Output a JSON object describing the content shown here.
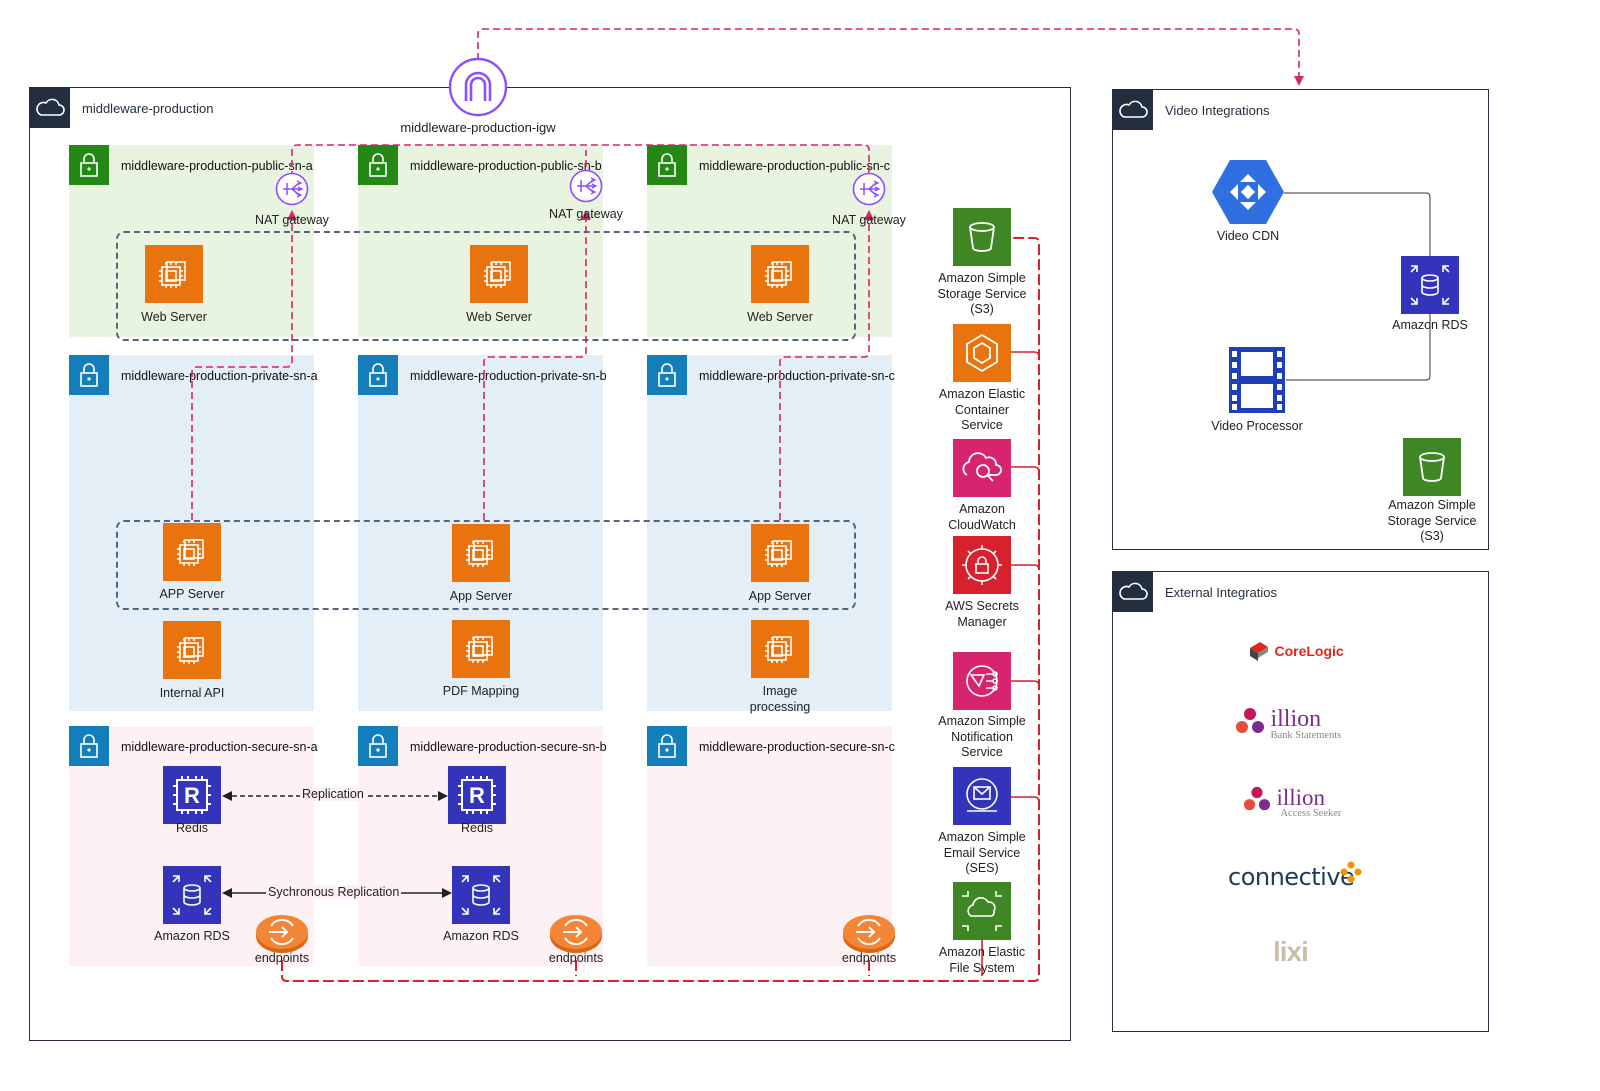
{
  "vpc": {
    "title": "middleware-production"
  },
  "igw": {
    "label": "middleware-production-igw"
  },
  "subnets": {
    "public_a": "middleware-production-public-sn-a",
    "public_b": "middleware-production-public-sn-b",
    "public_c": "middleware-production-public-sn-c",
    "private_a": "middleware-production-private-sn-a",
    "private_b": "middleware-production-private-sn-b",
    "private_c": "middleware-production-private-sn-c",
    "secure_a": "middleware-production-secure-sn-a",
    "secure_b": "middleware-production-secure-sn-b",
    "secure_c": "middleware-production-secure-sn-c"
  },
  "nat": {
    "a": "NAT gateway",
    "b": "NAT gateway",
    "c": "NAT gateway"
  },
  "web": {
    "a": "Web Server",
    "b": "Web Server",
    "c": "Web Server"
  },
  "app": {
    "a": "APP Server",
    "b": "App Server",
    "c": "App Server"
  },
  "private_extra": {
    "a": "Internal API",
    "b": "PDF Mapping",
    "c_line1": "Image",
    "c_line2": "processing"
  },
  "secure": {
    "redis_a": "Redis",
    "redis_b": "Redis",
    "rds_a": "Amazon RDS",
    "rds_b": "Amazon RDS",
    "replication": "Replication",
    "sync_replication": "Sychronous Replication",
    "endpoints_a": "endpoints",
    "endpoints_b": "endpoints",
    "endpoints_c": "endpoints"
  },
  "services": {
    "s3": [
      "Amazon Simple",
      "Storage Service",
      "(S3)"
    ],
    "ecs": [
      "Amazon Elastic",
      "Container",
      "Service"
    ],
    "cloudwatch": [
      "Amazon",
      "CloudWatch"
    ],
    "secrets": [
      "AWS Secrets",
      "Manager"
    ],
    "sns": [
      "Amazon Simple",
      "Notification",
      "Service"
    ],
    "ses": [
      "Amazon Simple",
      "Email Service",
      "(SES)"
    ],
    "efs": [
      "Amazon Elastic",
      "File System"
    ]
  },
  "video": {
    "title": "Video Integrations",
    "cdn": "Video CDN",
    "rds": "Amazon RDS",
    "processor": "Video Processor",
    "s3": [
      "Amazon Simple",
      "Storage Service",
      "(S3)"
    ]
  },
  "external": {
    "title": "External Integratios",
    "corelogic": "CoreLogic",
    "illion1_name": "illion",
    "illion1_sub": "Bank Statements",
    "illion2_name": "illion",
    "illion2_sub": "Access Seeker",
    "connective": "connective",
    "lixi": "lixi"
  },
  "colors": {
    "aws_dark": "#232f3e",
    "public_green": "#248814",
    "private_blue": "#147eba",
    "ec2_orange": "#e9730c",
    "storage_green": "#3f8624",
    "database_blue": "#3334b9",
    "management_pink": "#d6246e",
    "security_red": "#d7212f",
    "network_purple": "#8c4fff",
    "flow_pink": "#d6246e",
    "flow_red": "#d7212f"
  }
}
